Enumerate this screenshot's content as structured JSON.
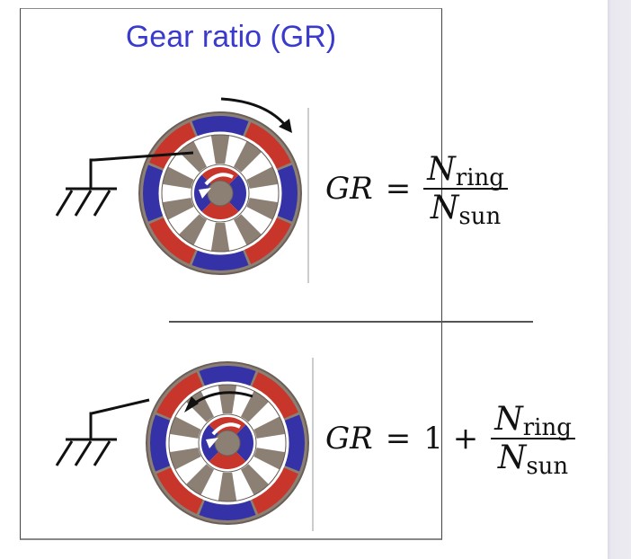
{
  "slide": {
    "title": "Gear ratio (GR)",
    "title_color": "#3a3acc",
    "diagrams": [
      {
        "name": "ring-driven-carrier-fixed",
        "grounded_part": "carrier",
        "rotating_arrow": "ring-clockwise",
        "sun_arrow": "counter-clockwise"
      },
      {
        "name": "ring-fixed",
        "grounded_part": "ring",
        "rotating_arrow": "carrier-counter-clockwise",
        "sun_arrow": "counter-clockwise"
      }
    ],
    "colors": {
      "red": "#c8352b",
      "blue": "#3432a6",
      "gray": "#8c7f74",
      "outline": "#6b6058"
    },
    "equations": [
      {
        "lhs": "GR",
        "eq": "=",
        "prefix": "",
        "num_symbol": "N",
        "num_sub": "ring",
        "den_symbol": "N",
        "den_sub": "sun"
      },
      {
        "lhs": "GR",
        "eq": "=",
        "prefix": "1 +",
        "num_symbol": "N",
        "num_sub": "ring",
        "den_symbol": "N",
        "den_sub": "sun"
      }
    ]
  }
}
